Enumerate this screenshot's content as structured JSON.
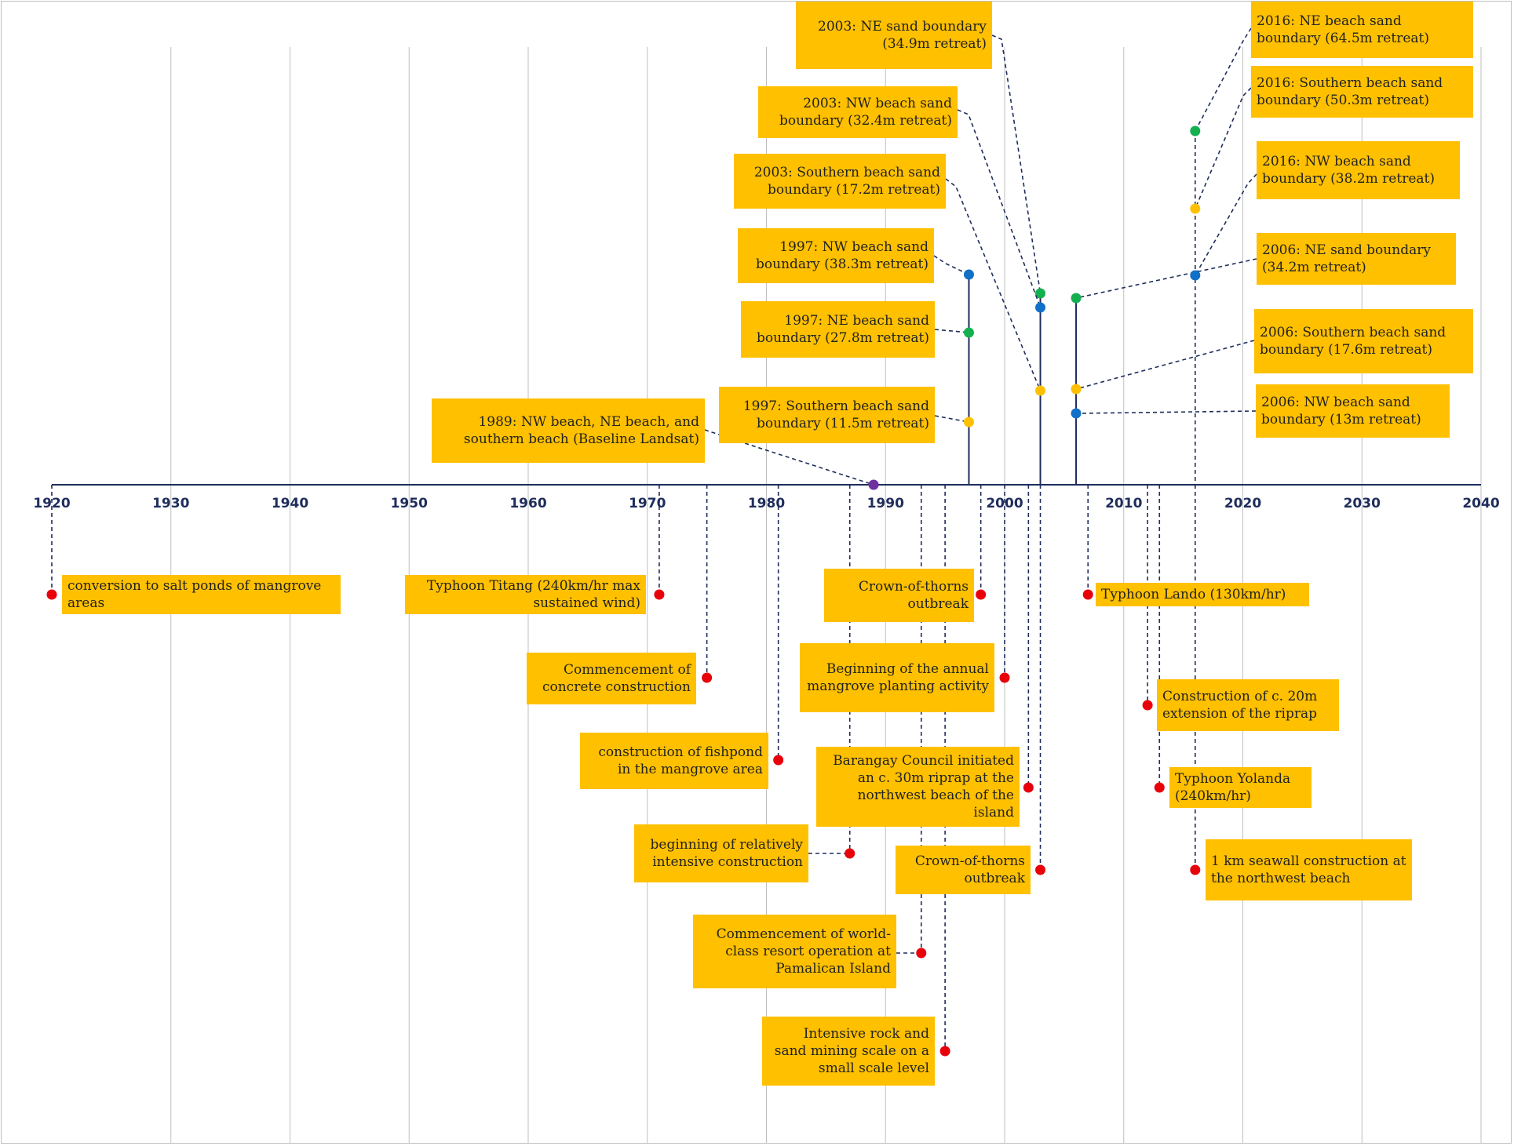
{
  "chart_data": {
    "type": "timeline",
    "x_axis": {
      "min": 1920,
      "max": 2040,
      "ticks": [
        1920,
        1930,
        1940,
        1950,
        1960,
        1970,
        1980,
        1990,
        2000,
        2010,
        2020,
        2030,
        2040
      ]
    },
    "grid": true,
    "colors": {
      "axis": "#1f2d5c",
      "grid": "#bfbfbf",
      "box": "#ffc000",
      "event": "#e8000b",
      "baseline": "#7030a0",
      "nw": "#1170c8",
      "ne": "#14b050",
      "south": "#ffc000"
    },
    "events_above": [
      {
        "year": 1989,
        "marker": "baseline",
        "text": "1989: NW beach, NE beach, and southern beach (Baseline Landsat)"
      },
      {
        "year": 1997,
        "marker": "nw",
        "text": "1997: NW beach sand boundary (38.3m retreat)"
      },
      {
        "year": 1997,
        "marker": "ne",
        "text": "1997: NE beach sand boundary (27.8m retreat)"
      },
      {
        "year": 1997,
        "marker": "south",
        "text": "1997: Southern beach sand boundary (11.5m retreat)"
      },
      {
        "year": 2003,
        "marker": "ne",
        "text": "2003: NE sand boundary (34.9m retreat)"
      },
      {
        "year": 2003,
        "marker": "nw",
        "text": "2003: NW beach sand boundary (32.4m retreat)"
      },
      {
        "year": 2003,
        "marker": "south",
        "text": "2003: Southern beach sand boundary (17.2m retreat)"
      },
      {
        "year": 2006,
        "marker": "ne",
        "text": "2006: NE sand boundary (34.2m retreat)"
      },
      {
        "year": 2006,
        "marker": "south",
        "text": "2006: Southern beach sand boundary (17.6m retreat)"
      },
      {
        "year": 2006,
        "marker": "nw",
        "text": "2006: NW beach sand boundary (13m retreat)"
      },
      {
        "year": 2016,
        "marker": "ne",
        "text": "2016: NE beach sand boundary (64.5m retreat)"
      },
      {
        "year": 2016,
        "marker": "south",
        "text": "2016: Southern beach sand boundary (50.3m retreat)"
      },
      {
        "year": 2016,
        "marker": "nw",
        "text": "2016: NW beach sand boundary (38.2m retreat)"
      }
    ],
    "events_below": [
      {
        "year": 1920,
        "text": "conversion to salt ponds of mangrove areas"
      },
      {
        "year": 1971,
        "text": "Typhoon Titang (240km/hr max sustained wind)"
      },
      {
        "year": 1975,
        "text": "Commencement of concrete construction"
      },
      {
        "year": 1981,
        "text": "construction of fishpond in the mangrove area"
      },
      {
        "year": 1987,
        "text": "beginning of relatively intensive construction"
      },
      {
        "year": 1993,
        "text": "Commencement of world-class resort operation at Pamalican Island"
      },
      {
        "year": 1995,
        "text": "Intensive rock and sand mining scale on a small scale level"
      },
      {
        "year": 1998,
        "text": "Crown-of-thorns outbreak"
      },
      {
        "year": 2000,
        "text": "Beginning of the annual mangrove planting activity"
      },
      {
        "year": 2002,
        "text": "Barangay Council initiated an c. 30m riprap at the northwest beach of the island"
      },
      {
        "year": 2003,
        "text": "Crown-of-thorns outbreak"
      },
      {
        "year": 2007,
        "text": "Typhoon Lando (130km/hr)"
      },
      {
        "year": 2012,
        "text": "Construction of c. 20m extension of the riprap"
      },
      {
        "year": 2013,
        "text": "Typhoon Yolanda (240km/hr)"
      },
      {
        "year": 2016,
        "text": "1 km seawall construction at the northwest beach"
      }
    ]
  }
}
